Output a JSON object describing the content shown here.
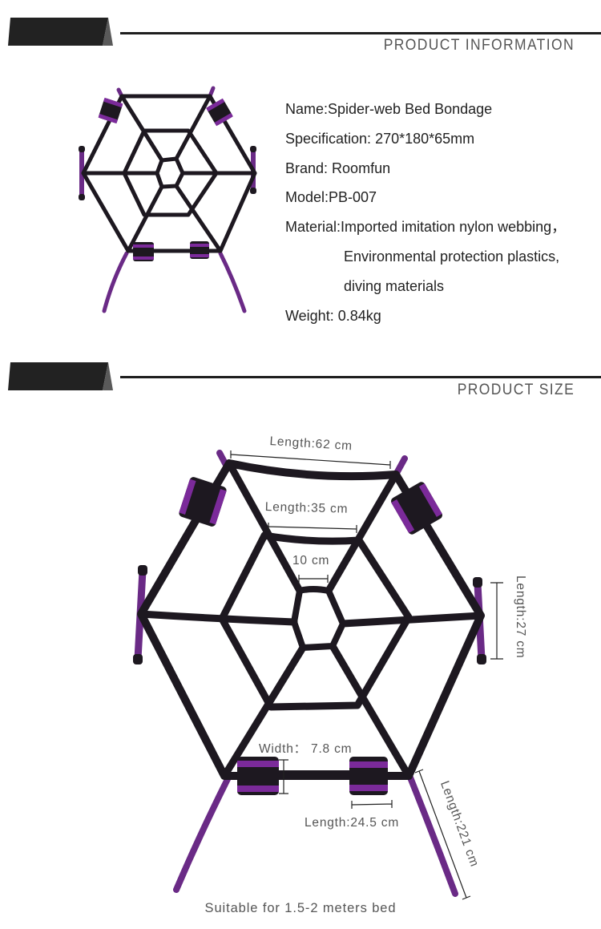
{
  "sections": {
    "info": {
      "title": "PRODUCT INFORMATION"
    },
    "size": {
      "title": "PRODUCT SIZE"
    }
  },
  "product": {
    "name": {
      "label": "Name:",
      "value": "Spider-web Bed Bondage"
    },
    "specification": {
      "label": "Specification:",
      "value": " 270*180*65mm"
    },
    "brand": {
      "label": "Brand:",
      "value": " Roomfun"
    },
    "model": {
      "label": "Model:",
      "value": "PB-007"
    },
    "material": {
      "label": "Material:",
      "lines": [
        "Imported imitation nylon webbing，",
        "Environmental protection plastics,",
        "diving materials"
      ]
    },
    "weight": {
      "label": "Weight:",
      "value": " 0.84kg"
    }
  },
  "dimensions": {
    "top_edge": "Length:62 cm",
    "second_ring": "Length:35 cm",
    "center": "10 cm",
    "side_strap": "Length:27 cm",
    "cuff_width": "Width： 7.8 cm",
    "cuff_length": "Length:24.5 cm",
    "long_strap": "Length:221 cm"
  },
  "footer": {
    "note": "Suitable for 1.5-2 meters bed"
  },
  "colors": {
    "header_dark": "#222222",
    "header_fold": "#5a5a5a",
    "strap_black": "#1d1820",
    "accent_purple": "#6a2a86",
    "cuff_purple": "#7b2a9a",
    "label_gray": "#555555"
  }
}
